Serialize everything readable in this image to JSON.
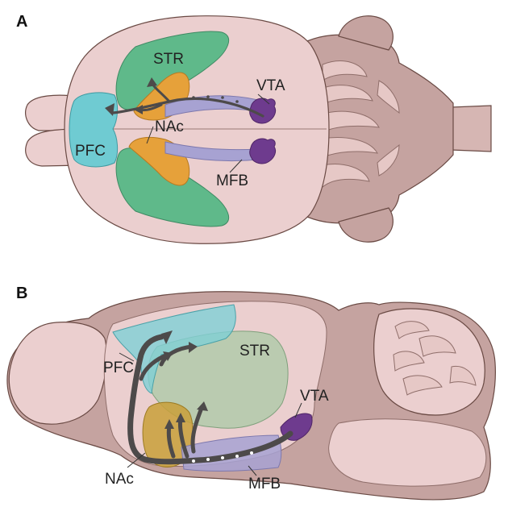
{
  "panel_a": {
    "letter": "A",
    "labels": {
      "str": "STR",
      "vta": "VTA",
      "nac": "NAc",
      "pfc": "PFC",
      "mfb": "MFB"
    }
  },
  "panel_b": {
    "letter": "B",
    "labels": {
      "pfc": "PFC",
      "str": "STR",
      "vta": "VTA",
      "nac": "NAc",
      "mfb": "MFB"
    }
  },
  "colors": {
    "brain_light": "#ebcfcf",
    "brain_dark": "#c5a3a0",
    "str": "#5fb98a",
    "nac": "#e6a13a",
    "pfc": "#6fcbd2",
    "vta": "#6e3b8e",
    "mfb": "#a7a2d2",
    "tract": "#4d4a4a"
  }
}
